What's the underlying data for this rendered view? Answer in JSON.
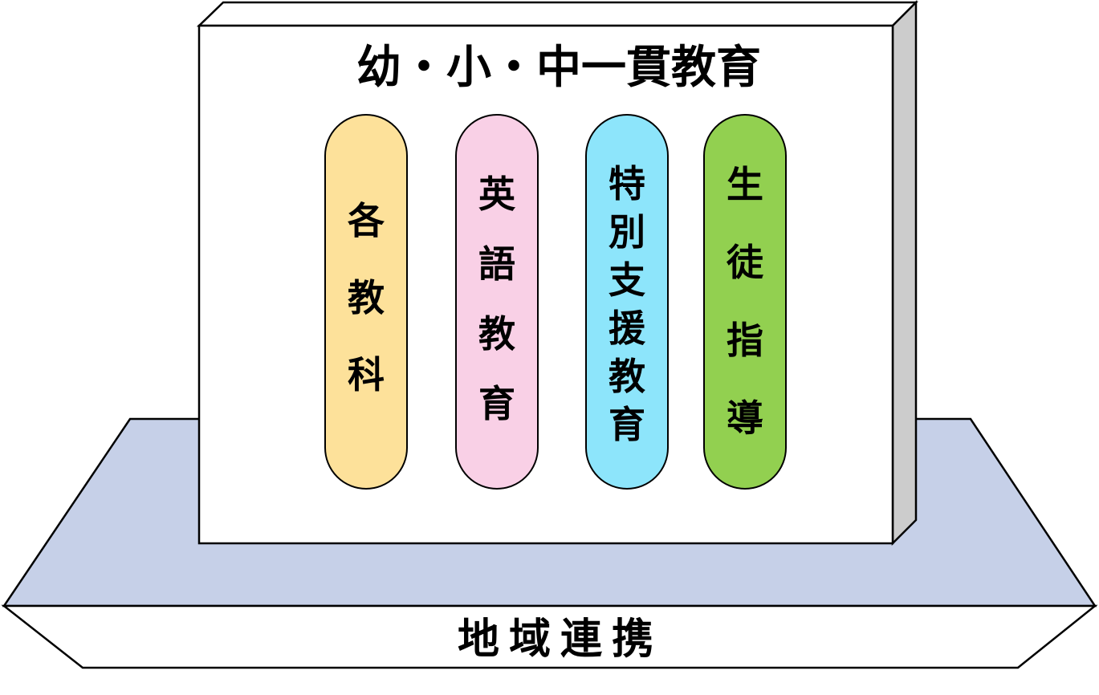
{
  "title": "幼・小・中一貫教育",
  "pillars": [
    {
      "label": "各教科",
      "color": "#fde19a"
    },
    {
      "label": "英語教育",
      "color": "#f9d0e6"
    },
    {
      "label": "特別支援教育",
      "color": "#8de5fb"
    },
    {
      "label": "生徒指導",
      "color": "#92d050"
    }
  ],
  "base_label": "地域連携",
  "colors": {
    "platform": "#c6d0e8",
    "board_front": "#ffffff",
    "board_side": "#cccccc",
    "outline": "#000000"
  }
}
